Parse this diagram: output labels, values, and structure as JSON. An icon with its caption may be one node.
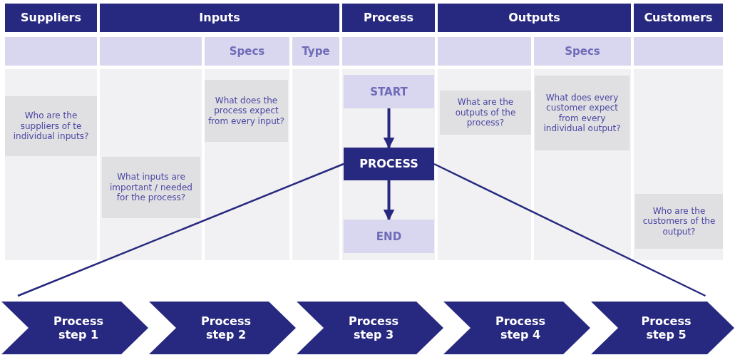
{
  "diagram": {
    "nodes": [
      {
        "text": [
          "Suppliers"
        ]
      },
      {
        "text": [
          "Inputs"
        ]
      },
      {
        "text": [
          "Process"
        ]
      },
      {
        "text": [
          "Outputs"
        ]
      },
      {
        "text": [
          "Customers"
        ]
      },
      {
        "text": [
          "Specs"
        ]
      },
      {
        "text": [
          "Type"
        ]
      },
      {
        "text": [
          "Specs"
        ]
      },
      {
        "text": [
          "Who are the suppliers of te individual inputs?"
        ]
      },
      {
        "text": [
          "What inputs are important / needed for the process?"
        ]
      },
      {
        "text": [
          "What does the process expect from every input?"
        ]
      },
      {
        "text": [
          "START"
        ]
      },
      {
        "text": [
          "PROCESS"
        ]
      },
      {
        "text": [
          "END"
        ]
      },
      {
        "text": [
          "What are the outputs of the process?"
        ]
      },
      {
        "text": [
          "What does every customer expect from every individual output?"
        ]
      },
      {
        "text": [
          "Who are the customers of the output?"
        ]
      },
      {
        "text": [
          "Process step 1"
        ]
      },
      {
        "text": [
          "Process step 2"
        ]
      },
      {
        "text": [
          "Process step 3"
        ]
      },
      {
        "text": [
          "Process step 4"
        ]
      },
      {
        "text": [
          "Process step 5"
        ]
      }
    ],
    "edges": [
      {
        "from": 11,
        "to": 12,
        "arrow": "to"
      },
      {
        "from": 12,
        "to": 13,
        "arrow": "to"
      },
      {
        "from": 12,
        "to": 17,
        "arrow": "none"
      },
      {
        "from": 12,
        "to": 21,
        "arrow": "none"
      }
    ]
  }
}
